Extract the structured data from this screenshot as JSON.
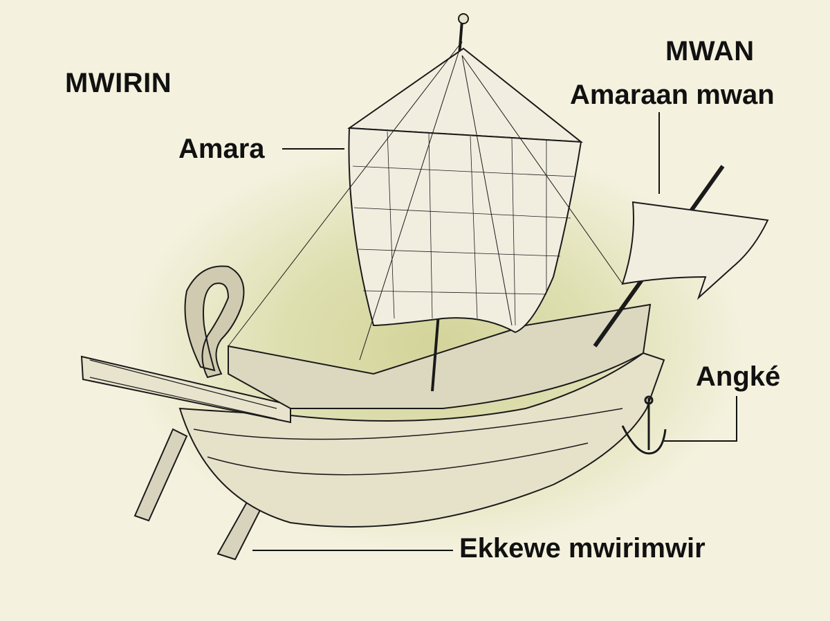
{
  "labels": {
    "stern": "MWIRIN",
    "bow": "MWAN",
    "bow_sail": "Amaraan mwan",
    "main_sail": "Amara",
    "anchor": "Angké",
    "steering_oar": "Ekkewe mwirimwir"
  },
  "colors": {
    "background": "#f4f1de",
    "glow": "#d3d49a",
    "ink": "#111111",
    "sail": "#f1eee0"
  }
}
